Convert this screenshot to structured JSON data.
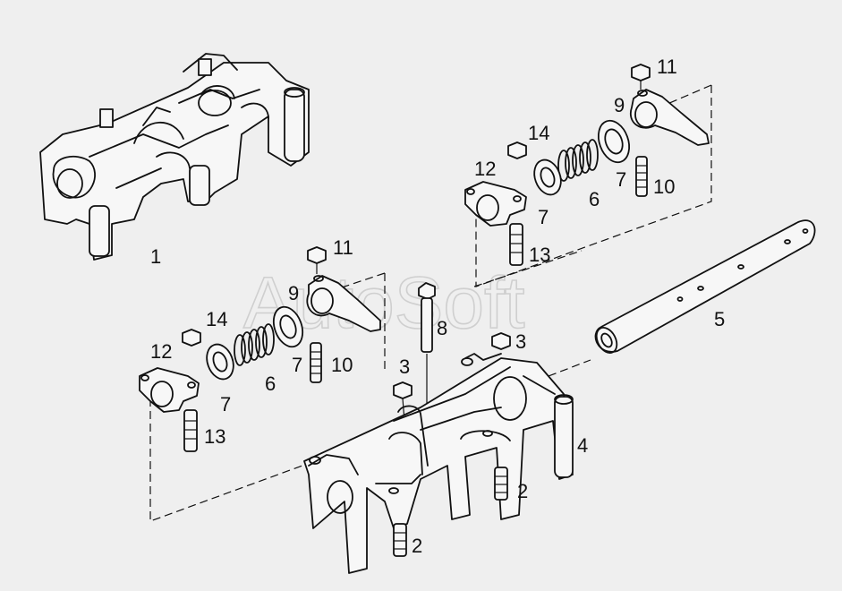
{
  "watermark": "AutoSoft",
  "callouts": {
    "assembly": "1",
    "bolt_lower": "2",
    "bolt_right": "2",
    "nut_a": "3",
    "nut_b": "3",
    "housing": "4",
    "shaft": "5",
    "spring_upper": "6",
    "spring_lower": "6",
    "washer_upper_a": "7",
    "washer_upper_b": "7",
    "washer_lower_a": "7",
    "washer_lower_b": "7",
    "stud": "8",
    "rocker_upper": "9",
    "rocker_lower": "9",
    "screw_upper": "10",
    "screw_lower": "10",
    "nut_upper_11": "11",
    "nut_lower_11": "11",
    "bracket_upper": "12",
    "bracket_lower": "12",
    "bolt_upper_13": "13",
    "bolt_lower_13": "13",
    "nut_upper_14": "14",
    "nut_lower_14": "14"
  }
}
